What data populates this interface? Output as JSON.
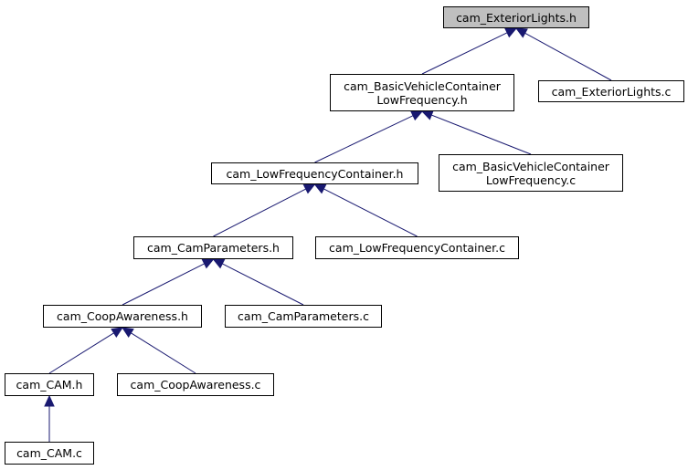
{
  "colors": {
    "edge": "#191970",
    "node_border": "#000000",
    "root_fill": "#bfbfbf",
    "node_fill": "#ffffff"
  },
  "nodes": {
    "exterior_lights_h": {
      "lines": [
        "cam_ExteriorLights.h"
      ]
    },
    "exterior_lights_c": {
      "lines": [
        "cam_ExteriorLights.c"
      ]
    },
    "basic_vehicle_container_lf_h": {
      "lines": [
        "cam_BasicVehicleContainer",
        "LowFrequency.h"
      ]
    },
    "basic_vehicle_container_lf_c": {
      "lines": [
        "cam_BasicVehicleContainer",
        "LowFrequency.c"
      ]
    },
    "low_frequency_container_h": {
      "lines": [
        "cam_LowFrequencyContainer.h"
      ]
    },
    "low_frequency_container_c": {
      "lines": [
        "cam_LowFrequencyContainer.c"
      ]
    },
    "cam_parameters_h": {
      "lines": [
        "cam_CamParameters.h"
      ]
    },
    "cam_parameters_c": {
      "lines": [
        "cam_CamParameters.c"
      ]
    },
    "coop_awareness_h": {
      "lines": [
        "cam_CoopAwareness.h"
      ]
    },
    "coop_awareness_c": {
      "lines": [
        "cam_CoopAwareness.c"
      ]
    },
    "cam_h": {
      "lines": [
        "cam_CAM.h"
      ]
    },
    "cam_c": {
      "lines": [
        "cam_CAM.c"
      ]
    }
  },
  "edges": [
    {
      "from": "exterior_lights_c",
      "to": "exterior_lights_h"
    },
    {
      "from": "basic_vehicle_container_lf_h",
      "to": "exterior_lights_h"
    },
    {
      "from": "basic_vehicle_container_lf_c",
      "to": "basic_vehicle_container_lf_h"
    },
    {
      "from": "low_frequency_container_h",
      "to": "basic_vehicle_container_lf_h"
    },
    {
      "from": "low_frequency_container_c",
      "to": "low_frequency_container_h"
    },
    {
      "from": "cam_parameters_h",
      "to": "low_frequency_container_h"
    },
    {
      "from": "cam_parameters_c",
      "to": "cam_parameters_h"
    },
    {
      "from": "coop_awareness_h",
      "to": "cam_parameters_h"
    },
    {
      "from": "coop_awareness_c",
      "to": "coop_awareness_h"
    },
    {
      "from": "cam_h",
      "to": "coop_awareness_h"
    },
    {
      "from": "cam_c",
      "to": "cam_h"
    }
  ]
}
